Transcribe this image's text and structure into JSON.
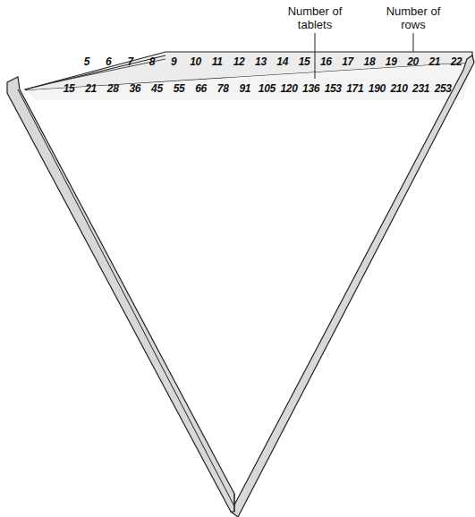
{
  "diagram": {
    "labels": [
      "Number of tablets",
      "Number of rows",
      "5",
      "6",
      "7",
      "8",
      "9",
      "10",
      "11",
      "12",
      "13",
      "14",
      "15",
      "16",
      "17",
      "18",
      "19",
      "20",
      "21",
      "22",
      "15",
      "21",
      "28",
      "36",
      "45",
      "55",
      "66",
      "78",
      "91",
      "105",
      "120",
      "136",
      "153",
      "171",
      "190",
      "210",
      "231",
      "253"
    ]
  }
}
